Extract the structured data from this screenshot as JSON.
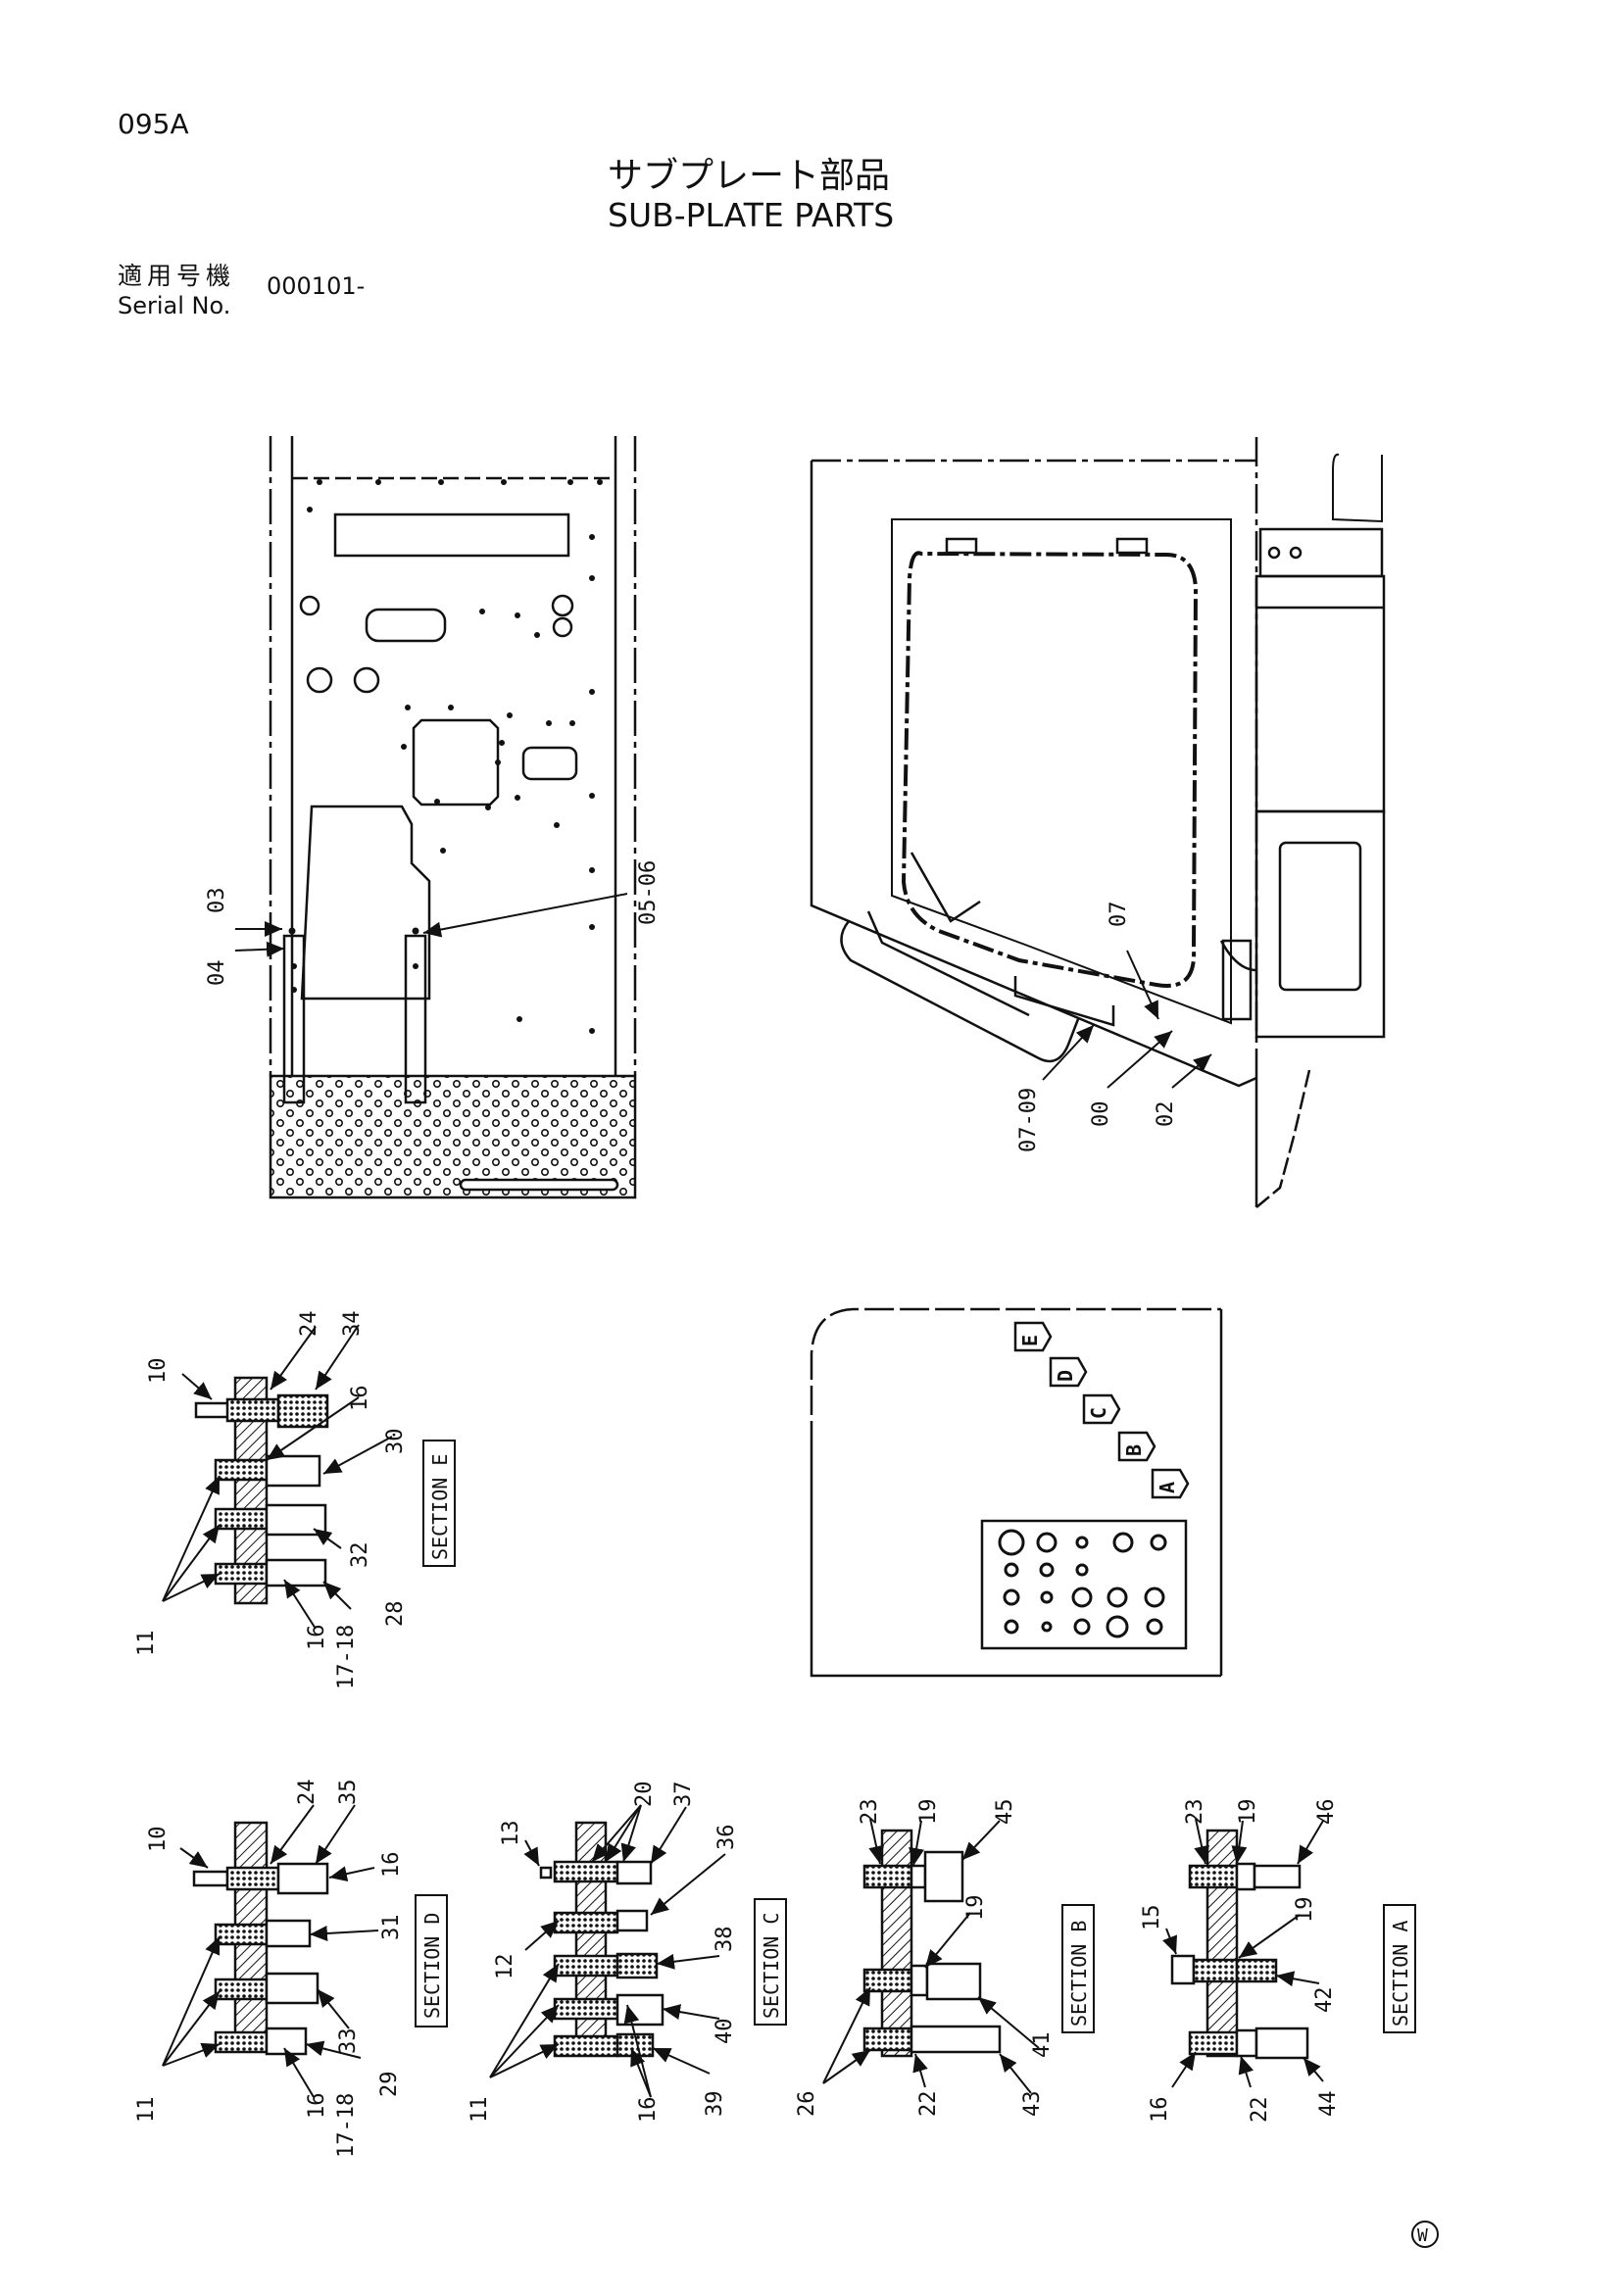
{
  "header": {
    "page_code": "095A",
    "title_jp": "サブプレート部品",
    "title_en": "SUB-PLATE PARTS",
    "serial_label_jp": "適用号機",
    "serial_label_en": "Serial No.",
    "serial_value": "000101-"
  },
  "top_left_callouts": [
    "03",
    "04",
    "05-06"
  ],
  "top_right_callouts": [
    "07",
    "07-09",
    "00",
    "02"
  ],
  "section_markers": [
    "E",
    "D",
    "C",
    "B",
    "A"
  ],
  "sections": {
    "E": {
      "label": "SECTION E",
      "callouts": [
        "10",
        "24",
        "34",
        "16",
        "30",
        "32",
        "28",
        "11",
        "16",
        "17-18"
      ]
    },
    "D": {
      "label": "SECTION D",
      "callouts": [
        "10",
        "24",
        "35",
        "16",
        "31",
        "33",
        "29",
        "11",
        "16",
        "17-18"
      ]
    },
    "C": {
      "label": "SECTION C",
      "callouts": [
        "13",
        "20",
        "37",
        "36",
        "12",
        "38",
        "40",
        "39",
        "11",
        "16"
      ]
    },
    "B": {
      "label": "SECTION B",
      "callouts": [
        "23",
        "19",
        "45",
        "19",
        "41",
        "26",
        "22",
        "43"
      ]
    },
    "A": {
      "label": "SECTION A",
      "callouts": [
        "23",
        "19",
        "46",
        "15",
        "19",
        "42",
        "16",
        "22",
        "44"
      ]
    }
  },
  "footer_mark": "W"
}
